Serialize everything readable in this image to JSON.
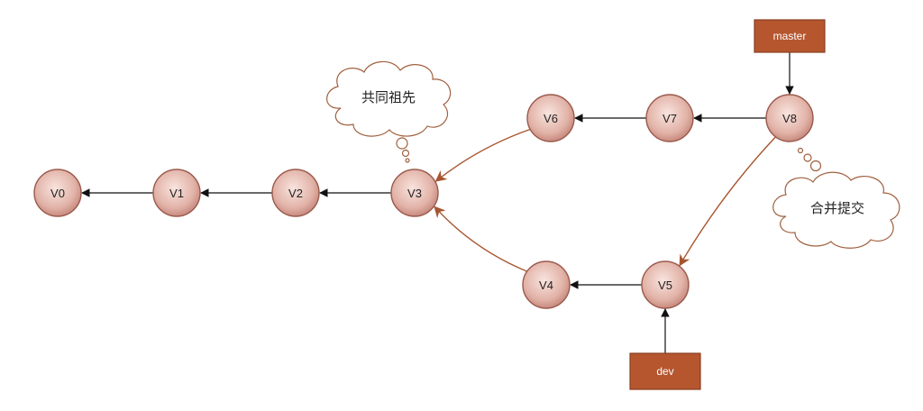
{
  "diagram": {
    "nodes": [
      {
        "id": "v0",
        "label": "V0"
      },
      {
        "id": "v1",
        "label": "V1"
      },
      {
        "id": "v2",
        "label": "V2"
      },
      {
        "id": "v3",
        "label": "V3"
      },
      {
        "id": "v4",
        "label": "V4"
      },
      {
        "id": "v5",
        "label": "V5"
      },
      {
        "id": "v6",
        "label": "V6"
      },
      {
        "id": "v7",
        "label": "V7"
      },
      {
        "id": "v8",
        "label": "V8"
      }
    ],
    "edges": [
      {
        "from": "v1",
        "to": "v0",
        "style": "black"
      },
      {
        "from": "v2",
        "to": "v1",
        "style": "black"
      },
      {
        "from": "v3",
        "to": "v2",
        "style": "black"
      },
      {
        "from": "v7",
        "to": "v6",
        "style": "black"
      },
      {
        "from": "v8",
        "to": "v7",
        "style": "black"
      },
      {
        "from": "v5",
        "to": "v4",
        "style": "black"
      },
      {
        "from": "v6",
        "to": "v3",
        "style": "brown"
      },
      {
        "from": "v4",
        "to": "v3",
        "style": "brown"
      },
      {
        "from": "v8",
        "to": "v5",
        "style": "brown"
      }
    ],
    "branches": [
      {
        "id": "master",
        "label": "master",
        "points_to": "v8"
      },
      {
        "id": "dev",
        "label": "dev",
        "points_to": "v5"
      }
    ],
    "callouts": [
      {
        "id": "common-ancestor",
        "text": "共同祖先",
        "target": "v3"
      },
      {
        "id": "merge-commit",
        "text": "合并提交",
        "target": "v8"
      }
    ]
  },
  "colors": {
    "node_fill_center": "#f6dcd6",
    "node_fill_edge": "#c88a7f",
    "node_stroke": "#9a5a4c",
    "branch_fill": "#b5562f",
    "branch_stroke": "#8a3f22",
    "arrow_black": "#111111",
    "arrow_brown": "#a8552f",
    "cloud_stroke": "#a0603f"
  }
}
